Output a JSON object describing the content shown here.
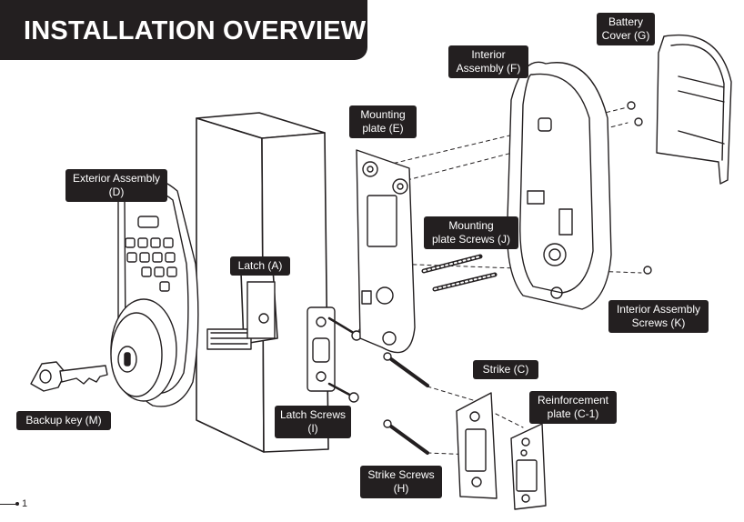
{
  "title": "INSTALLATION OVERVIEW",
  "labels": {
    "battery_cover": [
      "Battery",
      "Cover (G)"
    ],
    "interior_assembly": [
      "Interior",
      "Assembly (F)"
    ],
    "mounting_plate": [
      "Mounting",
      "plate (E)"
    ],
    "exterior_assembly": [
      "Exterior Assembly",
      "(D)"
    ],
    "mounting_plate_screws": [
      "Mounting",
      "plate Screws (J)"
    ],
    "latch": [
      "Latch (A)"
    ],
    "interior_assembly_screws": [
      "Interior Assembly",
      "Screws (K)"
    ],
    "strike": [
      "Strike (C)"
    ],
    "reinforcement_plate": [
      "Reinforcement",
      "plate (C-1)"
    ],
    "backup_key": [
      "Backup key (M)"
    ],
    "latch_screws": [
      "Latch Screws",
      "(I)"
    ],
    "strike_screws": [
      "Strike Screws",
      "(H)"
    ]
  },
  "page_number": "1"
}
